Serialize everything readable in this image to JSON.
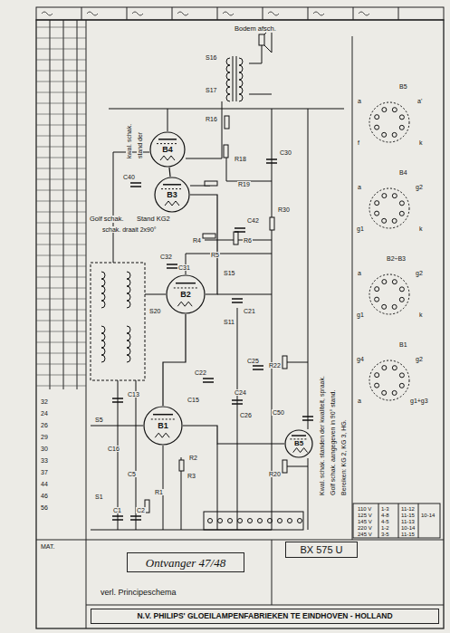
{
  "diagram": {
    "nodes": [
      {
        "text": [
          "B4"
        ]
      },
      {
        "text": [
          "B3"
        ]
      },
      {
        "text": [
          "B2"
        ]
      },
      {
        "text": [
          "B1"
        ]
      },
      {
        "text": [
          "B5"
        ]
      },
      {
        "text": [
          "Ontvanger 47/48"
        ]
      },
      {
        "text": [
          "BX 575 U"
        ]
      },
      {
        "text": [
          "N.V. PHILIPS' GLOEILAMPENFABRIEKEN TE EINDHOVEN - HOLLAND"
        ]
      }
    ],
    "edges": [
      {
        "from": 0,
        "to": 1,
        "arrow": "none"
      },
      {
        "from": 1,
        "to": 2,
        "arrow": "none"
      },
      {
        "from": 2,
        "to": 3,
        "arrow": "none"
      },
      {
        "from": 3,
        "to": 4,
        "arrow": "none"
      }
    ],
    "labels": [
      "Bodem afsch.",
      "kwal. schak.",
      "stand der",
      "S16",
      "S17",
      "R16",
      "R18",
      "C30",
      "C40",
      "R30",
      "C42",
      "R19",
      "R4",
      "R5",
      "R6",
      "C32",
      "C31",
      "S15",
      "S20",
      "S11",
      "C21",
      "C25",
      "C22",
      "C24",
      "C13",
      "C15",
      "C16",
      "R2",
      "R3",
      "C5",
      "S5",
      "S1",
      "C1",
      "C2",
      "R1",
      "C50",
      "R20",
      "R22",
      "C26",
      "Golf schak.",
      "Stand KG2",
      "schak. draait 2x90°",
      "B5",
      "B4",
      "B2÷B3",
      "B1",
      "a",
      "a'",
      "f",
      "k",
      "a",
      "g2",
      "g1",
      "k",
      "a",
      "g2",
      "g1",
      "k",
      "g4",
      "g2",
      "a",
      "g1+g3",
      "Kwal. schak. standen der kwaliteit, spraak.",
      "Golf schak. aangegeven in 90° stand.",
      "Bereiken: KG 2, KG 3, HG.",
      "110 V",
      "1-3",
      "11-12",
      "125 V",
      "4-8",
      "11-15",
      "10-14",
      "145 V",
      "4-5",
      "11-13",
      "220 V",
      "1-2",
      "10-14",
      "245 V",
      "3-5",
      "11-15",
      "32",
      "24",
      "26",
      "29",
      "30",
      "33",
      "37",
      "44",
      "46",
      "56",
      "MAT.",
      "verl. Principeschema"
    ]
  }
}
